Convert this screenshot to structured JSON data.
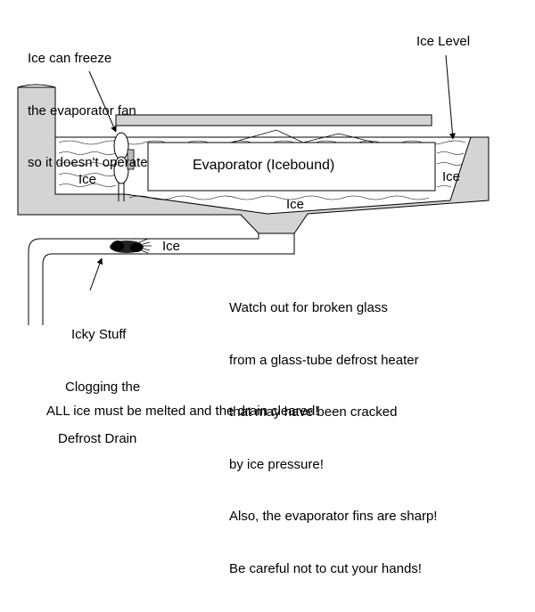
{
  "labels": {
    "fan_note": [
      "Ice can freeze",
      "the evaporator fan",
      "so it doesn't operate"
    ],
    "ice_level": "Ice Level",
    "evaporator": "Evaporator (Icebound)",
    "ice_left": "Ice",
    "ice_right": "Ice",
    "ice_bottom": "Ice",
    "ice_drain": "Ice",
    "drain_note": [
      "Icky Stuff",
      "Clogging the",
      "Defrost Drain"
    ],
    "warning": [
      "Watch out for broken glass",
      "from a glass-tube defrost heater",
      "that may have been cracked",
      "by ice pressure!",
      "Also, the evaporator fins are sharp!",
      "Be careful not to cut your hands!"
    ],
    "footer": "ALL ice must be melted and the drain cleared!"
  }
}
